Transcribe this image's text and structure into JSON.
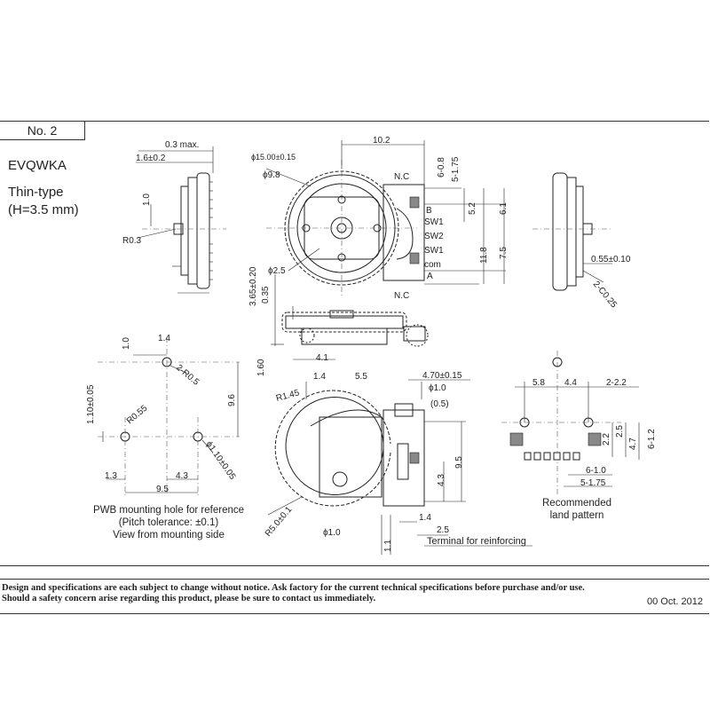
{
  "header": {
    "number_label": "No. 2",
    "model": "EVQWKA",
    "variant_line1": "Thin-type",
    "variant_line2": "(H=3.5 mm)"
  },
  "side_view": {
    "dims": [
      "0.3 max.",
      "1.6±0.2",
      "1.0",
      "R0.3"
    ]
  },
  "front_view": {
    "dims": [
      "10.2",
      "ϕ15.00±0.15",
      "ϕ9.8",
      "ϕ2.5",
      "6-0.8",
      "5-1.75",
      "5.2",
      "6.1",
      "11.8",
      "7.5"
    ],
    "terminals": [
      "N.C",
      "B",
      "SW1",
      "SW2",
      "SW1",
      "com",
      "A",
      "N.C"
    ]
  },
  "right_view": {
    "dims": [
      "0.55±0.10",
      "2-C0.25"
    ]
  },
  "bottom_view": {
    "dims": [
      "3.65±0.20",
      "0.35",
      "4.1",
      "1.60"
    ]
  },
  "pwb": {
    "dims": [
      "1.0",
      "1.4",
      "2-R0.5",
      "9.6",
      "1.10±0.05",
      "R0.55",
      "ϕ1.10±0.05",
      "1.3",
      "4.3",
      "9.5"
    ],
    "caption_line1": "PWB mounting hole for reference",
    "caption_line2": "(Pitch tolerance: ±0.1)",
    "caption_line3": "View from mounting side"
  },
  "rear_view": {
    "dims": [
      "1.4",
      "5.5",
      "4.70±0.15",
      "ϕ1.0",
      "(0.5)",
      "R1.45",
      "9.5",
      "4.3",
      "1.4",
      "2.5",
      "R5.0±0.1",
      "ϕ1.0",
      "1.1"
    ],
    "terminal_label": "Terminal for reinforcing"
  },
  "land_pattern": {
    "dims": [
      "5.8",
      "4.4",
      "2-2.2",
      "2.2",
      "2.5",
      "4.7",
      "6-1.2",
      "6-1.0",
      "5-1.75"
    ],
    "caption_line1": "Recommended",
    "caption_line2": "land pattern"
  },
  "footer": {
    "note_line1": "Design and specifications are each subject to change without notice.  Ask factory for the current technical specifications before purchase and/or use.",
    "note_line2": "Should a safety concern arise regarding this product, please be sure to contact us immediately.",
    "date": "00   Oct. 2012"
  }
}
